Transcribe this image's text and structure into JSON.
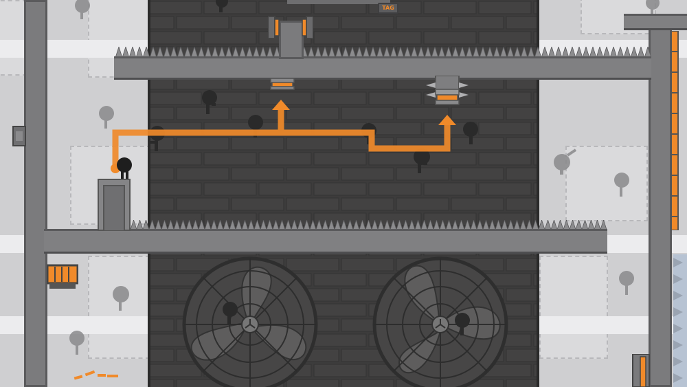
{
  "scene": {
    "sign_text": "TAG",
    "colors": {
      "shaft": "#3c3b3b",
      "wall": "#cfcfd1",
      "girder": "#7f7f81",
      "girder_edge": "#4e4e50",
      "spike": "#8c8c8e",
      "path": "#f08a2a",
      "shadow": "#2a2a2a",
      "fan": "#6f6f71"
    },
    "icons": {
      "path_arrow": "arrow-up-icon",
      "fan": "industrial-fan-icon",
      "figure": "stick-figure-icon"
    },
    "path_arrow_count": 2,
    "fan_count": 2,
    "spike_rows": 3
  }
}
